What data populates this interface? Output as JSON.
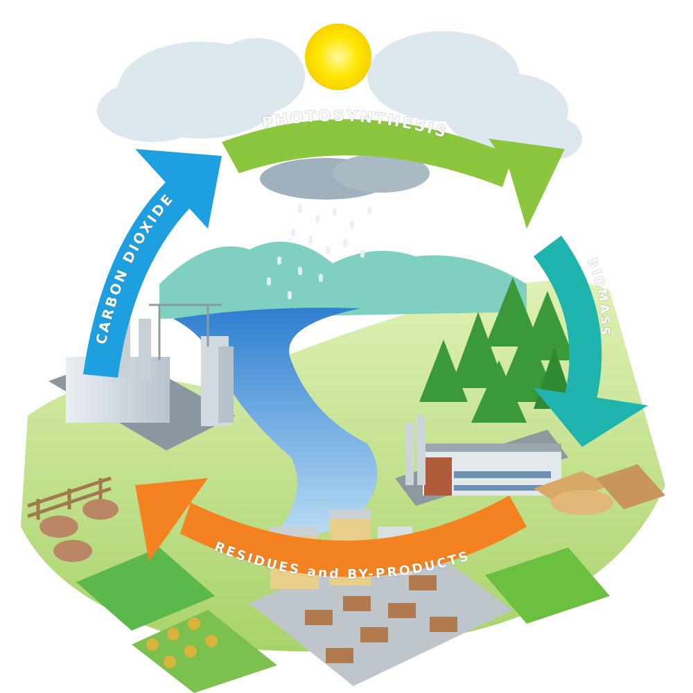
{
  "cycle": {
    "photosynthesis": {
      "label": "PHOTOSYNTHESIS",
      "color": "#8cc63f"
    },
    "biomass": {
      "label": "BIOMASS",
      "color": "#1fb5ae"
    },
    "residues": {
      "label": "RESIDUES and BY-PRODUCTS",
      "color": "#f58220"
    },
    "carbon_dioxide": {
      "label": "CARBON DIOXIDE",
      "color": "#1ea0e0"
    }
  },
  "scene": {
    "sun_color": "#ffe600",
    "cloud_color": "#dde7ee",
    "rain_cloud_color": "#9fb1bd",
    "river_color": "#5aa9e6",
    "ground_color": "#c9e39a",
    "forest_color": "#3a9a3a"
  }
}
